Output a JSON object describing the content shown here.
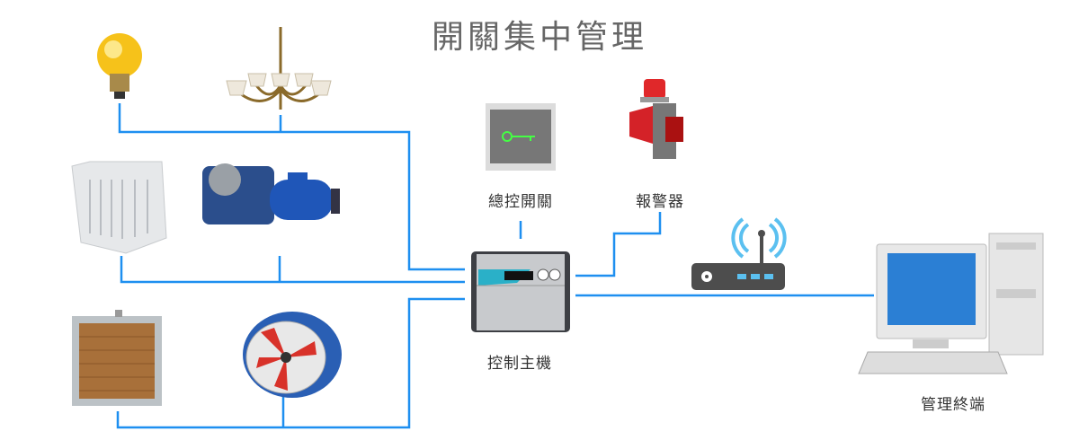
{
  "title": "開關集中管理",
  "labels": {
    "master_switch": "總控開關",
    "alarm": "報警器",
    "controller": "控制主機",
    "terminal": "管理終端"
  },
  "devices": [
    "light-bulb-icon",
    "chandelier-icon",
    "evaporative-cooler-icon",
    "gear-motor-icon",
    "cooling-pad-icon",
    "axial-fan-icon",
    "key-switch-icon",
    "alarm-siren-icon",
    "controller-unit-icon",
    "wifi-router-icon",
    "desktop-computer-icon"
  ],
  "colors": {
    "line": "#1e8ff0",
    "router_wifi": "#5bc0f0",
    "router_body": "#4d4d4d",
    "title": "#666666"
  }
}
